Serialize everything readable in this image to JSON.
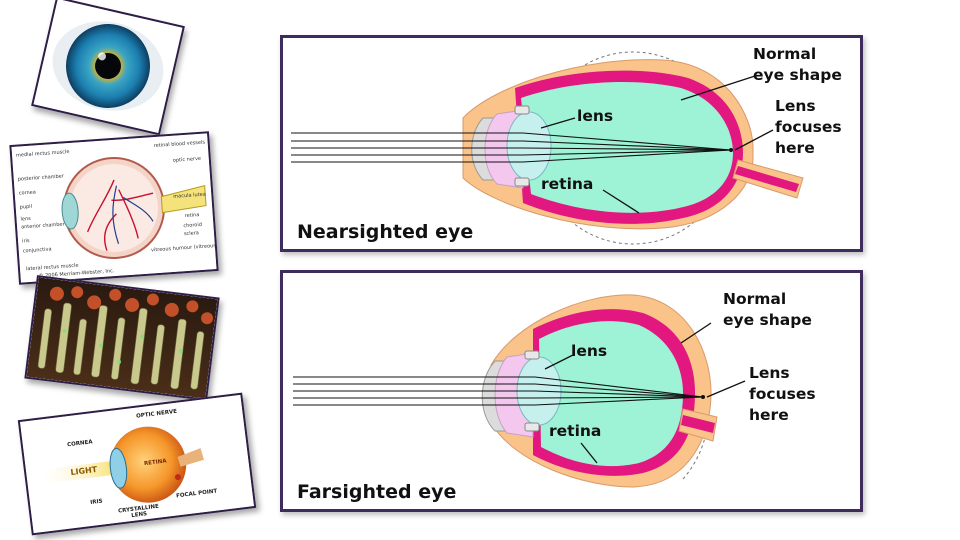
{
  "thumbnails": {
    "iris_photo": {
      "alt": ""
    },
    "anatomy": {
      "labels_left": [
        "medial rectus muscle",
        "posterior chamber",
        "cornea",
        "pupil",
        "lens",
        "anterior chamber",
        "iris",
        "conjunctiva",
        "lateral rectus muscle"
      ],
      "labels_right": [
        "retinal blood vessels",
        "optic nerve",
        "macula lutea",
        "retina",
        "choroid",
        "sclera",
        "vitreous humour (vitreous body)"
      ],
      "copyright": "© 2006 Merriam-Webster, Inc."
    },
    "retina_cells": {
      "alt": ""
    },
    "eye_cross_section": {
      "labels": [
        "OPTIC NERVE",
        "CORNEA",
        "LIGHT",
        "RETINA",
        "IRIS",
        "CRYSTALLINE LENS",
        "FOCAL POINT"
      ]
    }
  },
  "panels": {
    "nearsighted": {
      "title": "Nearsighted eye",
      "normal_shape": "Normal\neye shape",
      "focus_label": "Lens\nfocuses\nhere",
      "lens_label": "lens",
      "retina_label": "retina"
    },
    "farsighted": {
      "title": "Farsighted eye",
      "normal_shape": "Normal\neye shape",
      "focus_label": "Lens\nfocuses\nhere",
      "lens_label": "lens",
      "retina_label": "retina"
    }
  },
  "colors": {
    "eye_outer": "#f9c38a",
    "sclera_ring": "#e2177f",
    "vitreous": "#9ef2d6",
    "lens": "#c6f0ee",
    "cornea": "#f4c8ee",
    "frame": "#3d2c5c"
  }
}
